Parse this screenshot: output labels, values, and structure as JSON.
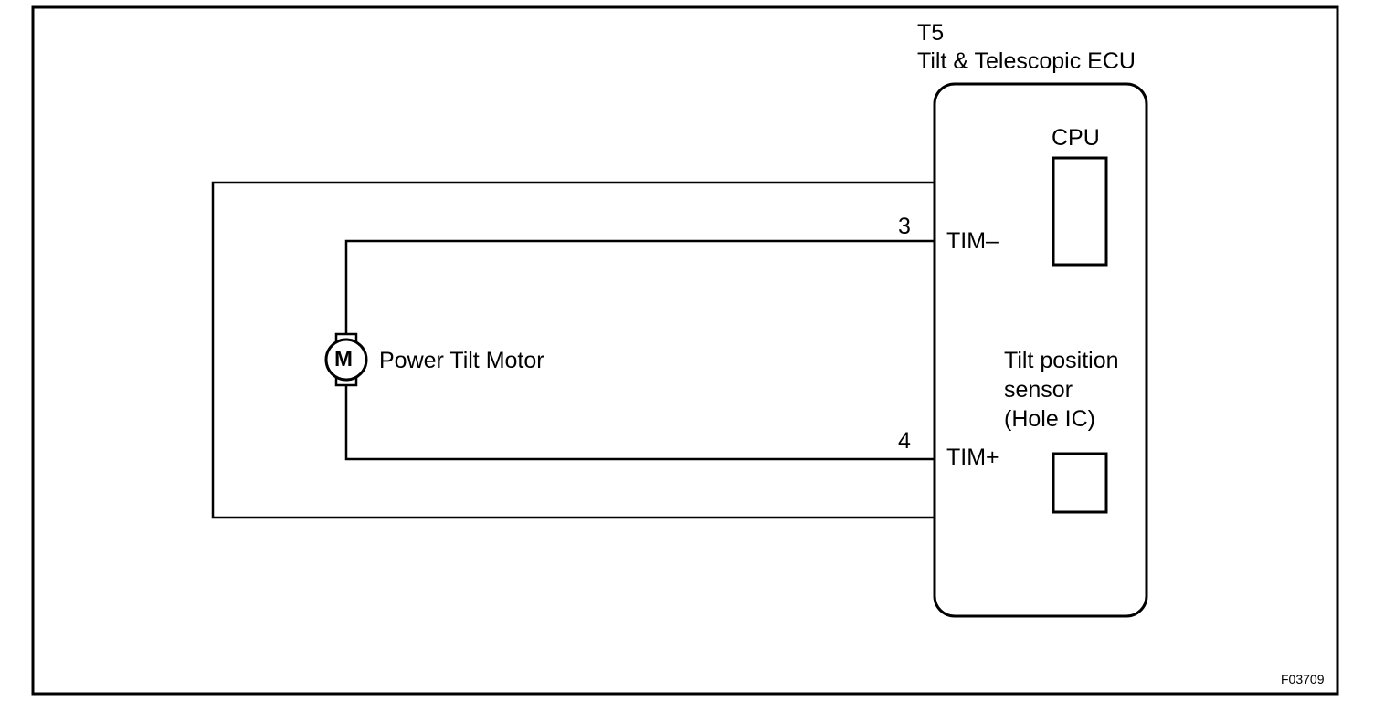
{
  "ecu": {
    "connector": "T5",
    "name": "Tilt & Telescopic ECU",
    "cpu_label": "CPU",
    "sensor_label_line1": "Tilt position",
    "sensor_label_line2": "sensor",
    "sensor_label_line3": "(Hole IC)"
  },
  "motor": {
    "symbol": "M",
    "label": "Power Tilt Motor"
  },
  "pins": [
    {
      "number": "3",
      "terminal": "TIM–"
    },
    {
      "number": "4",
      "terminal": "TIM+"
    }
  ],
  "figure_id": "F03709"
}
